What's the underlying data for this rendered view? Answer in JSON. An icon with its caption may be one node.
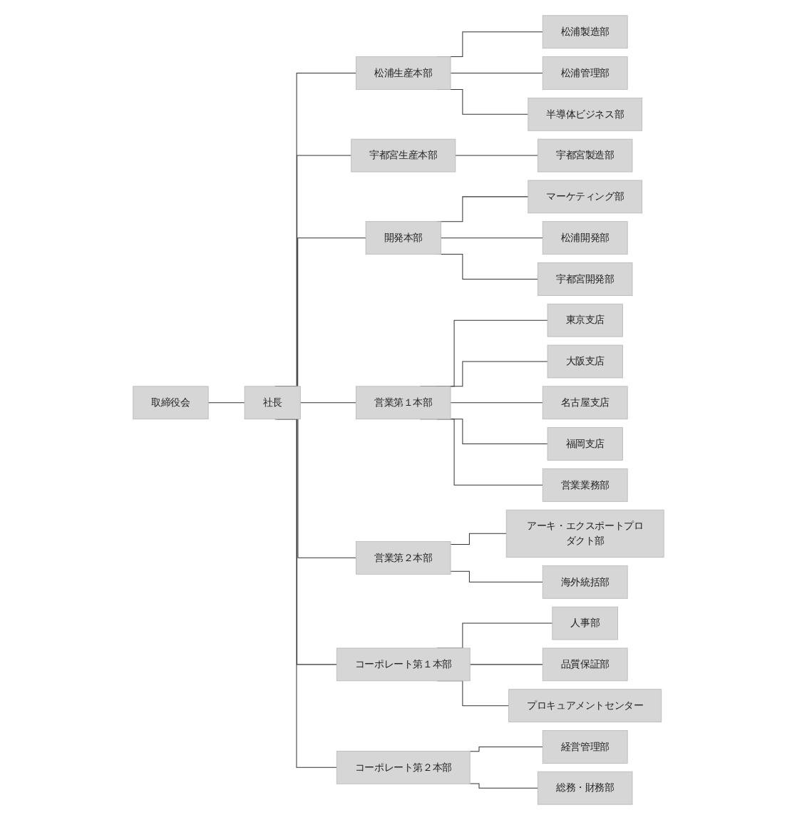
{
  "diagram": {
    "nodes": [
      {
        "text": [
          "取締役会"
        ]
      },
      {
        "text": [
          "社長"
        ]
      },
      {
        "text": [
          "松浦生産本部"
        ]
      },
      {
        "text": [
          "松浦製造部"
        ]
      },
      {
        "text": [
          "松浦管理部"
        ]
      },
      {
        "text": [
          "半導体ビジネス部"
        ]
      },
      {
        "text": [
          "宇都宮生産本部"
        ]
      },
      {
        "text": [
          "宇都宮製造部"
        ]
      },
      {
        "text": [
          "開発本部"
        ]
      },
      {
        "text": [
          "マーケティング部"
        ]
      },
      {
        "text": [
          "松浦開発部"
        ]
      },
      {
        "text": [
          "宇都宮開発部"
        ]
      },
      {
        "text": [
          "営業第１本部"
        ]
      },
      {
        "text": [
          "東京支店"
        ]
      },
      {
        "text": [
          "大阪支店"
        ]
      },
      {
        "text": [
          "名古屋支店"
        ]
      },
      {
        "text": [
          "福岡支店"
        ]
      },
      {
        "text": [
          "営業業務部"
        ]
      },
      {
        "text": [
          "営業第２本部"
        ]
      },
      {
        "text": [
          "アーキ・エクスポートプロダクト部"
        ]
      },
      {
        "text": [
          "海外統括部"
        ]
      },
      {
        "text": [
          "コーポレート第１本部"
        ]
      },
      {
        "text": [
          "人事部"
        ]
      },
      {
        "text": [
          "品質保証部"
        ]
      },
      {
        "text": [
          "プロキュアメントセンター"
        ]
      },
      {
        "text": [
          "コーポレート第２本部"
        ]
      },
      {
        "text": [
          "経営管理部"
        ]
      },
      {
        "text": [
          "総務・財務部"
        ]
      }
    ],
    "edges": [
      {
        "from": 0,
        "to": 1,
        "arrow": "none"
      },
      {
        "from": 1,
        "to": 2,
        "arrow": "none"
      },
      {
        "from": 2,
        "to": 3,
        "arrow": "none"
      },
      {
        "from": 2,
        "to": 4,
        "arrow": "none"
      },
      {
        "from": 2,
        "to": 5,
        "arrow": "none"
      },
      {
        "from": 1,
        "to": 6,
        "arrow": "none"
      },
      {
        "from": 6,
        "to": 7,
        "arrow": "none"
      },
      {
        "from": 1,
        "to": 8,
        "arrow": "none"
      },
      {
        "from": 8,
        "to": 9,
        "arrow": "none"
      },
      {
        "from": 8,
        "to": 10,
        "arrow": "none"
      },
      {
        "from": 8,
        "to": 11,
        "arrow": "none"
      },
      {
        "from": 1,
        "to": 12,
        "arrow": "none"
      },
      {
        "from": 12,
        "to": 13,
        "arrow": "none"
      },
      {
        "from": 12,
        "to": 14,
        "arrow": "none"
      },
      {
        "from": 12,
        "to": 15,
        "arrow": "none"
      },
      {
        "from": 12,
        "to": 16,
        "arrow": "none"
      },
      {
        "from": 12,
        "to": 17,
        "arrow": "none"
      },
      {
        "from": 1,
        "to": 18,
        "arrow": "none"
      },
      {
        "from": 18,
        "to": 19,
        "arrow": "none"
      },
      {
        "from": 18,
        "to": 20,
        "arrow": "none"
      },
      {
        "from": 1,
        "to": 21,
        "arrow": "none"
      },
      {
        "from": 21,
        "to": 22,
        "arrow": "none"
      },
      {
        "from": 21,
        "to": 23,
        "arrow": "none"
      },
      {
        "from": 21,
        "to": 24,
        "arrow": "none"
      },
      {
        "from": 1,
        "to": 25,
        "arrow": "none"
      },
      {
        "from": 25,
        "to": 26,
        "arrow": "none"
      },
      {
        "from": 25,
        "to": 27,
        "arrow": "none"
      }
    ]
  }
}
